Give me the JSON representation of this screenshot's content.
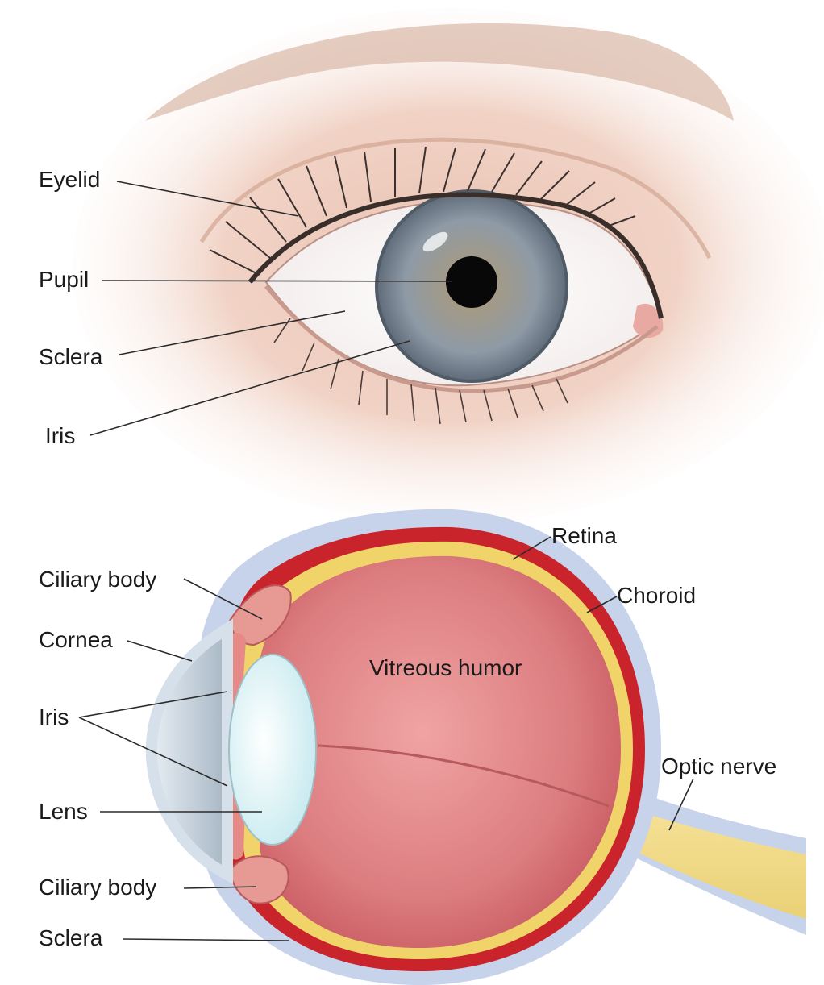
{
  "external_eye": {
    "labels": {
      "eyelid": "Eyelid",
      "pupil": "Pupil",
      "sclera": "Sclera",
      "iris": "Iris"
    }
  },
  "cross_section": {
    "labels": {
      "ciliary_body_top": "Ciliary body",
      "cornea": "Cornea",
      "iris": "Iris",
      "lens": "Lens",
      "ciliary_body_bottom": "Ciliary body",
      "sclera": "Sclera",
      "retina": "Retina",
      "choroid": "Choroid",
      "vitreous_humor": "Vitreous humor",
      "optic_nerve": "Optic nerve"
    }
  },
  "colors": {
    "skin": "#f1d2c3",
    "iris": "#8f9aa6",
    "vitreous": "#d9747a",
    "retina": "#f0d46a",
    "choroid": "#c9242b",
    "sclera_outer": "#c7d3ea",
    "lens": "#dff3f6"
  }
}
